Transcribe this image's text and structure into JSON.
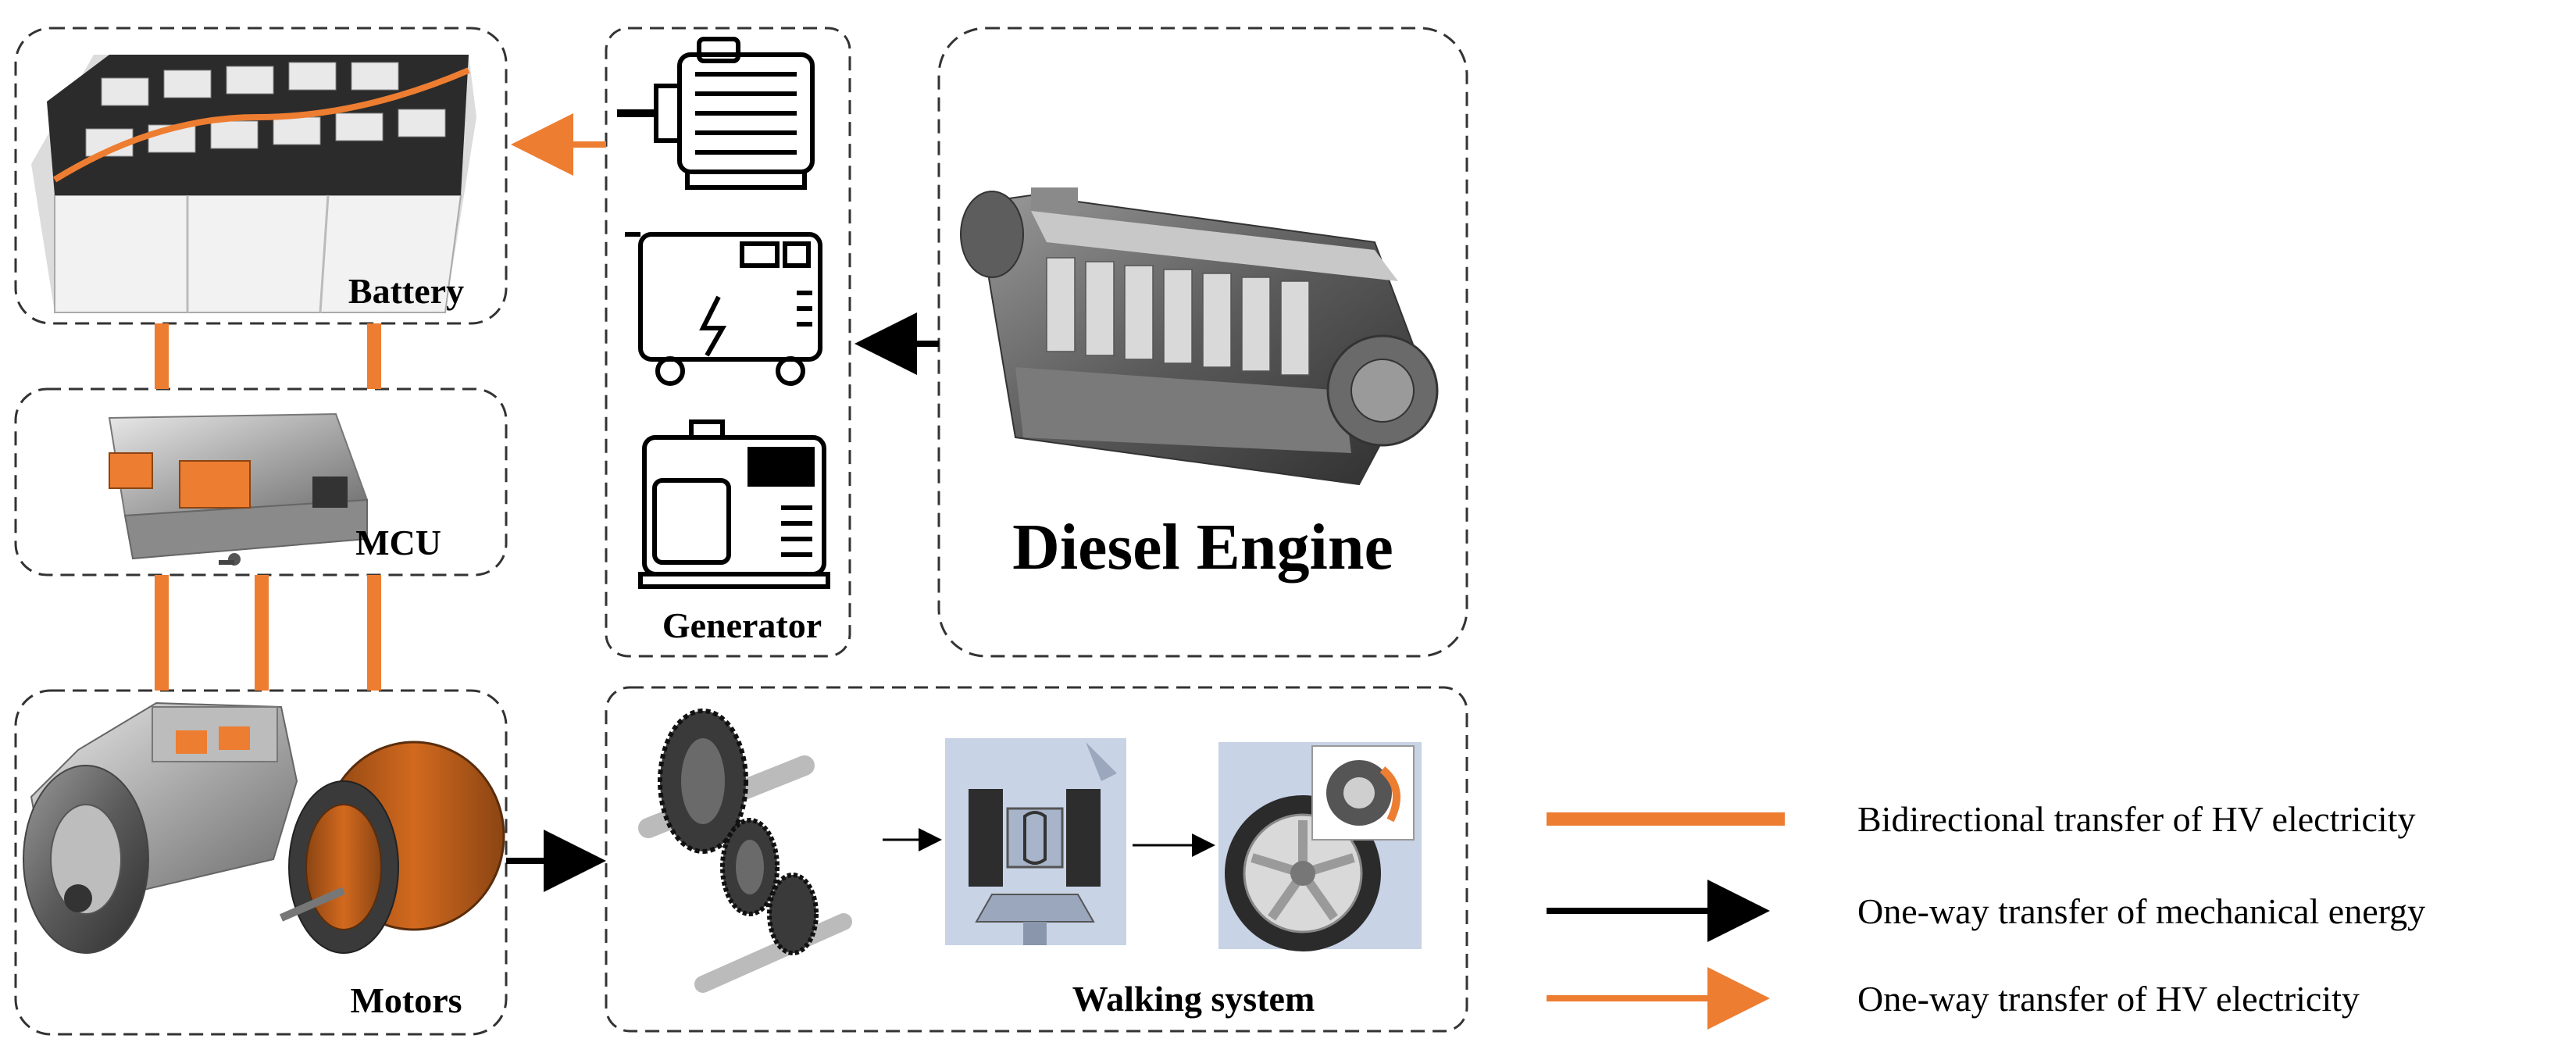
{
  "diagram": {
    "boxes": {
      "battery": {
        "label": "Battery"
      },
      "mcu": {
        "label": "MCU"
      },
      "motors": {
        "label": "Motors"
      },
      "generator": {
        "label": "Generator"
      },
      "diesel_engine": {
        "label": "Diesel Engine"
      },
      "walking_system": {
        "label": "Walking system"
      }
    },
    "legend": [
      {
        "label": "Bidirectional transfer of HV electricity",
        "kind": "orange-bar"
      },
      {
        "label": "One-way transfer of mechanical energy",
        "kind": "black-arrow"
      },
      {
        "label": "One-way transfer of HV electricity",
        "kind": "orange-arrow"
      }
    ],
    "colors": {
      "orange": "#ED7D31",
      "black": "#000000",
      "dash": "#333333"
    }
  }
}
